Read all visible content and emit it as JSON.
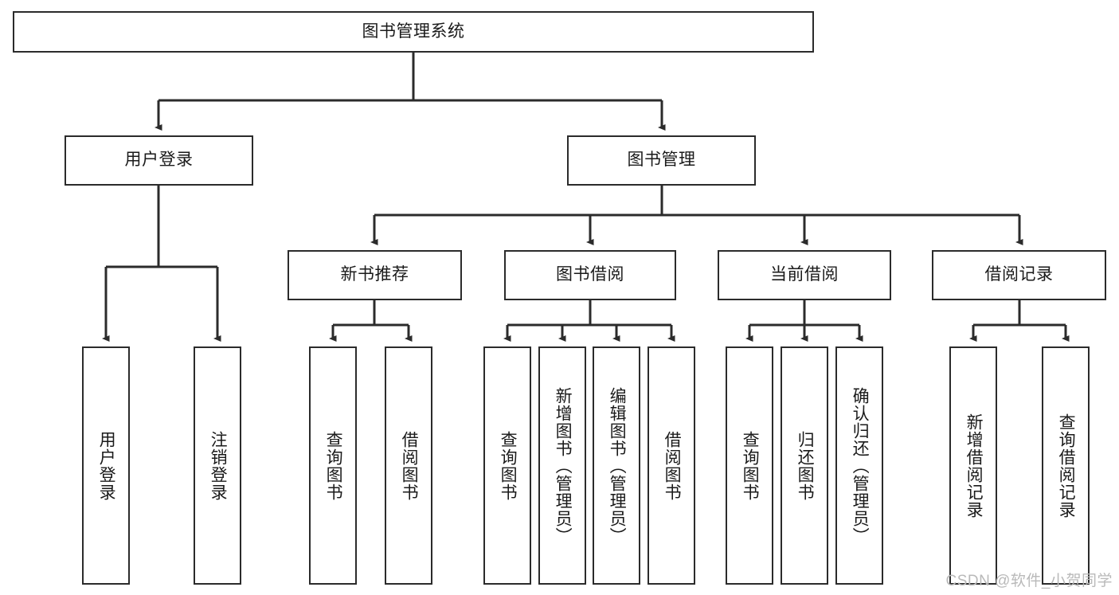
{
  "diagram": {
    "title": "图书管理系统",
    "watermark": "CSDN @软件_小贺同学",
    "stroke_color": "#2b2b2b",
    "background_color": "#ffffff",
    "text_color": "#1a1a1a",
    "watermark_color": "#b9b9b9"
  },
  "nodes": {
    "root": {
      "label": "图书管理系统"
    },
    "level2": [
      {
        "label": "用户登录"
      },
      {
        "label": "图书管理"
      }
    ],
    "level3": [
      {
        "label": "新书推荐"
      },
      {
        "label": "图书借阅"
      },
      {
        "label": "当前借阅"
      },
      {
        "label": "借阅记录"
      }
    ],
    "leaves": {
      "user_login": [
        {
          "label": "用户登录"
        },
        {
          "label": "注销登录"
        }
      ],
      "new_book": [
        {
          "label": "查询图书"
        },
        {
          "label": "借阅图书"
        }
      ],
      "book_borrow": [
        {
          "label": "查询图书"
        },
        {
          "label": "新增图书（管理员）"
        },
        {
          "label": "编辑图书（管理员）"
        },
        {
          "label": "借阅图书"
        }
      ],
      "current_borrow": [
        {
          "label": "查询图书"
        },
        {
          "label": "归还图书"
        },
        {
          "label": "确认归还（管理员）"
        }
      ],
      "borrow_record": [
        {
          "label": "新增借阅记录"
        },
        {
          "label": "查询借阅记录"
        }
      ]
    }
  }
}
